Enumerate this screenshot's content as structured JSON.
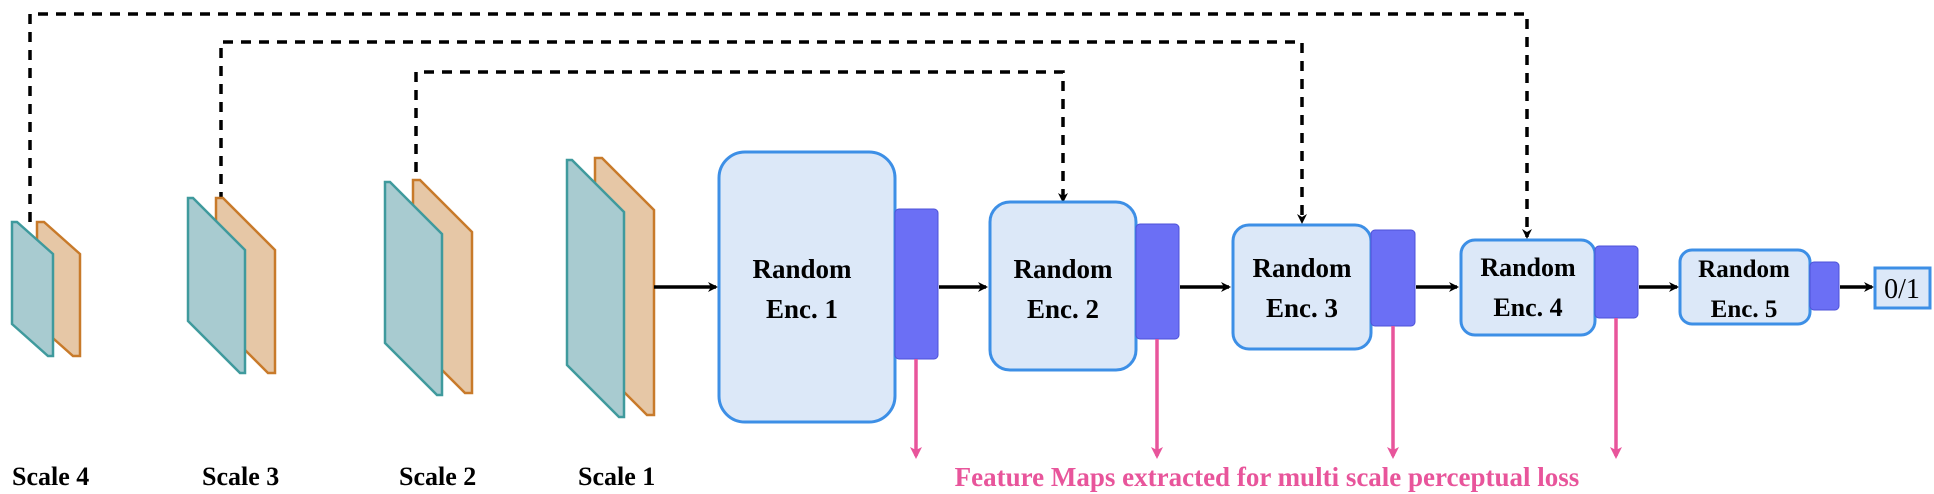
{
  "scales": [
    {
      "label": "Scale 4"
    },
    {
      "label": "Scale 3"
    },
    {
      "label": "Scale 2"
    },
    {
      "label": "Scale 1"
    }
  ],
  "encoders": [
    {
      "line1": "Random",
      "line2": "Enc. 1"
    },
    {
      "line1": "Random",
      "line2": "Enc. 2"
    },
    {
      "line1": "Random",
      "line2": "Enc. 3"
    },
    {
      "line1": "Random",
      "line2": "Enc. 4"
    },
    {
      "line1": "Random",
      "line2": "Enc. 5"
    }
  ],
  "output_label": "0/1",
  "feature_maps_caption": "Feature Maps extracted for multi scale perceptual loss",
  "colors": {
    "encoder_fill": "#dce8f8",
    "encoder_stroke": "#3d8fe6",
    "feature_block": "#6b6ff5",
    "feature_arrow": "#e8559b",
    "slice_teal_fill": "#a8cbd0",
    "slice_teal_stroke": "#3f9a9d",
    "slice_orange_fill": "#e6c7a6",
    "slice_orange_stroke": "#c87a2a",
    "arrow": "#000000"
  }
}
